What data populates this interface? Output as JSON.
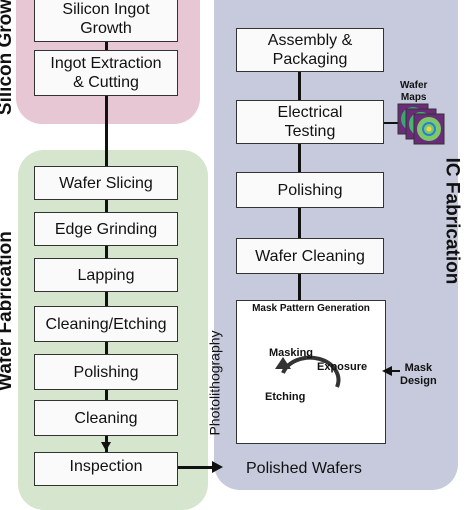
{
  "sections": {
    "silicon": {
      "label": "Silicon Grow"
    },
    "wafer": {
      "label": "Wafer Fabrication"
    },
    "ic": {
      "label": "IC Fabrication"
    }
  },
  "silicon_steps": [
    "Silicon Ingot\nGrowth",
    "Ingot Extraction\n& Cutting"
  ],
  "wafer_steps": [
    "Wafer Slicing",
    "Edge Grinding",
    "Lapping",
    "Cleaning/Etching",
    "Polishing",
    "Cleaning",
    "Inspection"
  ],
  "ic_steps": [
    "Assembly &\nPackaging",
    "Electrical\nTesting",
    "Polishing",
    "Wafer Cleaning"
  ],
  "photolithography": {
    "side_label": "Photolithography",
    "title": "Mask Pattern Generation",
    "cycle": [
      "Masking",
      "Exposure",
      "Etching"
    ]
  },
  "wafer_maps_label": "Wafer\nMaps",
  "mask_design_label": "Mask\nDesign",
  "polished_wafers_label": "Polished Wafers",
  "colors": {
    "silicon_panel": "#e7c7d3",
    "wafer_panel": "#d6e5cd",
    "ic_panel": "#c7cadc"
  }
}
